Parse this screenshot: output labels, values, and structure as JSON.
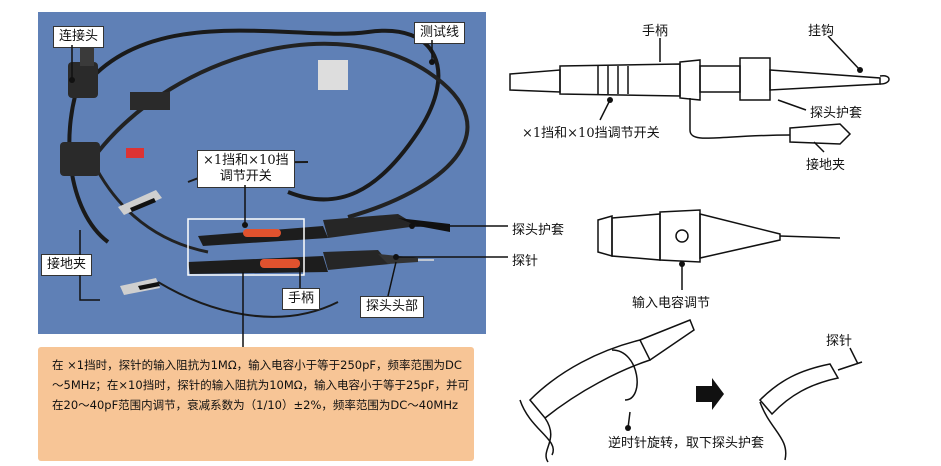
{
  "photo_labels": {
    "connector": "连接头",
    "test_lead": "测试线",
    "switch": "×1挡和×10挡\n调节开关",
    "ground_clip": "接地夹",
    "handle": "手柄",
    "probe_head": "探头头部"
  },
  "side_labels": {
    "probe_sleeve": "探头护套",
    "probe_tip": "探针"
  },
  "diagram_top": {
    "handle": "手柄",
    "hook": "挂钩",
    "probe_sleeve": "探头护套",
    "switch": "×1挡和×10挡调节开关",
    "ground_clip": "接地夹"
  },
  "diagram_mid": {
    "capacitance_adjust": "输入电容调节"
  },
  "diagram_bottom": {
    "probe_tip": "探针",
    "caption": "逆时针旋转，取下探头护套"
  },
  "note": {
    "text": "在  ×1挡时，探针的输入阻抗为1MΩ，输入电容小于等于250pF，频率范围为DC～5MHz；在×10挡时，探针的输入阻抗为10MΩ，输入电容小于等于25pF，并可在20～40pF范围内调节，衰减系数为（1/10）±2%，频率范围为DC～40MHz"
  },
  "colors": {
    "photo_bg": "#5f80b6",
    "note_bg": "#f7c596",
    "probe_band": "#e0522e"
  }
}
